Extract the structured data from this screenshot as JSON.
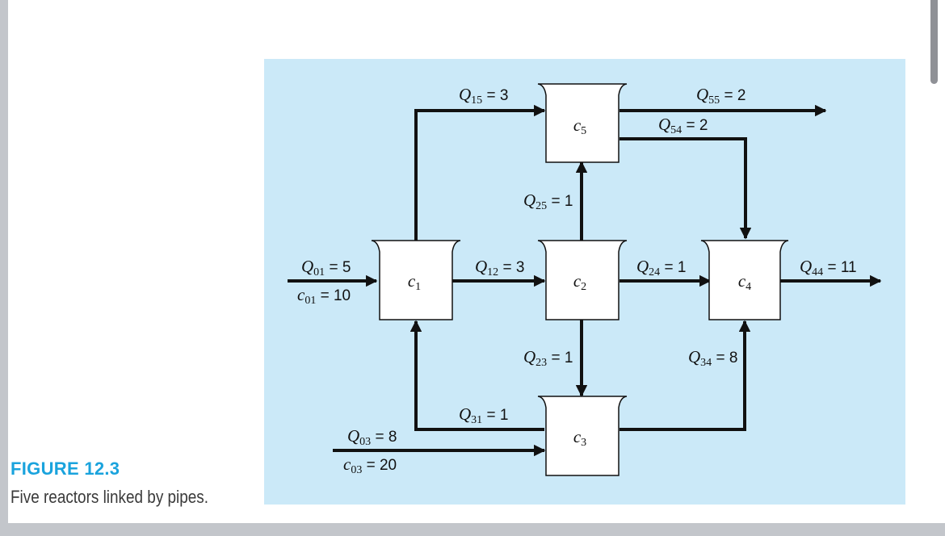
{
  "figure": {
    "title": "FIGURE 12.3",
    "caption": "Five reactors linked by pipes."
  },
  "reactors": [
    {
      "var": "c",
      "sub": "1"
    },
    {
      "var": "c",
      "sub": "2"
    },
    {
      "var": "c",
      "sub": "3"
    },
    {
      "var": "c",
      "sub": "4"
    },
    {
      "var": "c",
      "sub": "5"
    }
  ],
  "flows": [
    {
      "var": "Q",
      "sub": "01",
      "val": " = 5"
    },
    {
      "var": "c",
      "sub": "01",
      "val": " = 10"
    },
    {
      "var": "Q",
      "sub": "15",
      "val": " = 3"
    },
    {
      "var": "Q",
      "sub": "55",
      "val": " = 2"
    },
    {
      "var": "Q",
      "sub": "54",
      "val": " = 2"
    },
    {
      "var": "Q",
      "sub": "25",
      "val": " = 1"
    },
    {
      "var": "Q",
      "sub": "12",
      "val": " = 3"
    },
    {
      "var": "Q",
      "sub": "24",
      "val": " = 1"
    },
    {
      "var": "Q",
      "sub": "44",
      "val": " = 11"
    },
    {
      "var": "Q",
      "sub": "23",
      "val": " = 1"
    },
    {
      "var": "Q",
      "sub": "34",
      "val": " = 8"
    },
    {
      "var": "Q",
      "sub": "31",
      "val": " = 1"
    },
    {
      "var": "Q",
      "sub": "03",
      "val": " = 8"
    },
    {
      "var": "c",
      "sub": "03",
      "val": " = 20"
    }
  ]
}
